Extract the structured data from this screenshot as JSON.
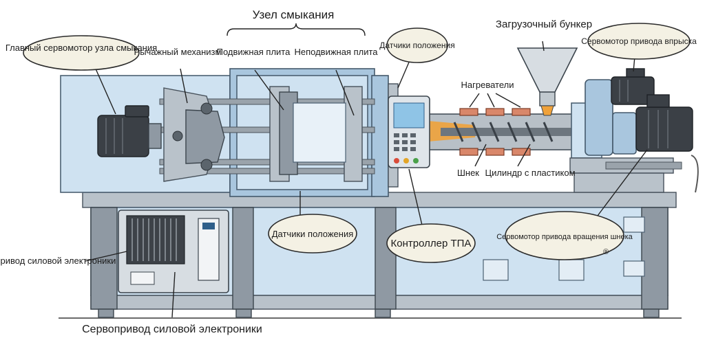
{
  "labels": {
    "clamp_unit": "Узел смыкания",
    "main_servomotor": "Главный сервомотор узла смыкания",
    "toggle_mechanism": "Рычажный механизм",
    "moving_platen": "Подвижная плита",
    "fixed_platen": "Неподвижная плита",
    "position_sensors_top": "Датчики положения",
    "hopper": "Загрузочный бункер",
    "injection_servomotor": "Сервомотор привода впрыска",
    "heaters": "Нагреватели",
    "screw": "Шнек",
    "barrel": "Цилиндр с пластиком",
    "position_sensors_bottom": "Датчики положения",
    "controller": "Контроллер ТПА",
    "screw_rotation_servomotor": "Сервомотор привода вращения шнека",
    "power_servo_drive_side": "Сервопривод силовой электроники",
    "power_servo_drive_bottom": "Сервопривод силовой электроники",
    "registered_mark": "®"
  },
  "icons": {
    "clamp_motor": "servomotor-icon",
    "injection_motor": "servomotor-icon",
    "rotation_motor": "servomotor-icon",
    "controller_panel": "control-panel-icon",
    "drive_cabinet": "drive-cabinet-icon"
  },
  "colors": {
    "machine_blue": "#cfe2f1",
    "steel": "#b9c2ca",
    "motor": "#3b4046",
    "heater": "#d9876a",
    "plastic_melt": "#f0a23a",
    "callout": "#f4f1e4"
  }
}
